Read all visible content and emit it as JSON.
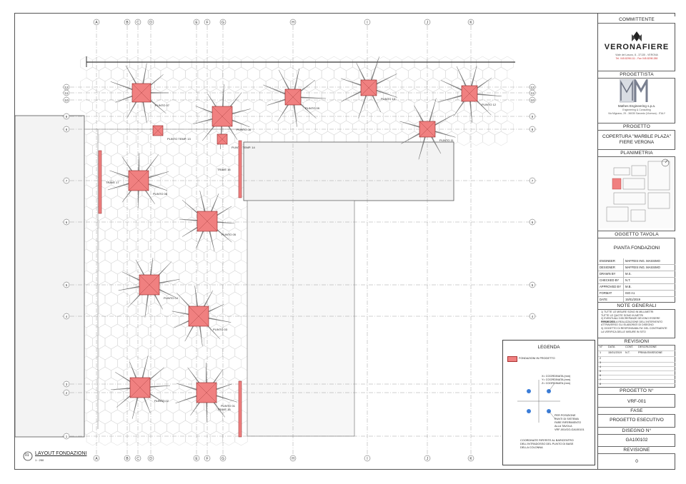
{
  "title_block": {
    "committente_header": "COMMITTENTE",
    "client_logo_text": "VERONAFIERE",
    "client_address": "Viale del Lavoro, 8 - 37135 - VERONA",
    "client_contacts": "Tel. 045.8298.111 - Fax 045.8298.288",
    "progettista_header": "PROGETTISTA",
    "designer_name": "Mathes Engineering s.p.a.",
    "designer_tagline": "Engineering & Consulting",
    "designer_address": "Via Mignano, 29 - 36030 Sarcedo (Vicenza) - ITALY",
    "progetto_header": "PROGETTO",
    "project_line1": "COPERTURA \"MARBLE PLAZA\"",
    "project_line2": "FIERE VERONA",
    "planimetria_header": "PLANIMETRIA",
    "oggetto_header": "OGGETTO TAVOLA",
    "oggetto_value": "PIANTA FONDAZIONI",
    "info_rows": [
      {
        "key": "ENGINEER",
        "value": "MAFFEIS ING. MASSIMO"
      },
      {
        "key": "DESIGNER",
        "value": "MAFFEIS ING. MASSIMO"
      },
      {
        "key": "DRAWN BY",
        "value": "M.S."
      },
      {
        "key": "CHECKED BY",
        "value": "N.T."
      },
      {
        "key": "APPROVED BY",
        "value": "M.B."
      },
      {
        "key": "FORMAT",
        "value": "ISO A1"
      },
      {
        "key": "DATE",
        "value": "15/01/2019"
      }
    ],
    "note_header": "NOTE GENERALI",
    "notes": [
      "1) TUTTE LE MISURE SONO IN MILLIMETRI",
      "   TUTTE LE QUOTE SONO IN METRI",
      "2) EVENTUALI DISCREPANZE DEVONO ESSERE RIPORTATE",
      "   PRIMA DELLA REALIZZAZIONE DELL'INTERVENTO",
      "   ATTRAVERSO GLI ELABORATI DI DISEGNO",
      "3) OGGETTO DI RESPONSABILITA' DEL CONTRAENTE",
      "   LA VERIFICA DELLE MISURE IN SITO"
    ],
    "revisioni_header": "REVISIONI",
    "rev_columns": [
      "N°",
      "DATA",
      "CONT.",
      "DESCRIZIONE"
    ],
    "rev_first": {
      "n": "1",
      "date": "15/01/2019",
      "cont": "N.T.",
      "desc": "PRIMA EMISSIONE"
    },
    "rev_numbers": [
      "2",
      "3",
      "4",
      "5",
      "6",
      "7",
      "8"
    ],
    "progetto_n_header": "PROGETTO N°",
    "progetto_n_value": "VRF-001",
    "fase_header": "FASE",
    "fase_value": "PROGETTO ESECUTIVO",
    "disegno_header": "DISEGNO N°",
    "disegno_value": "GA100102",
    "revisione_header": "REVISIONE",
    "revisione_value": "0"
  },
  "legend": {
    "title": "LEGENDA",
    "item_label": "FONDAZIONI IN PROGETTO",
    "coords": [
      "X= COORDINATA (mm)",
      "Y= COORDINATA (mm)",
      "Z= COORDINATA (mm)"
    ],
    "position_note": [
      "PER POSIZIONE",
      "PUNTI DI SISTEMA",
      "FARE RIFERIMENTO",
      "ALLA TAVOLA",
      "VRF-001/GO-GA100101"
    ],
    "bottom_note": [
      "COORDINATE RIFERITE AL BARICENTRO",
      "DELL'INTRADOSSO DEL PLINTO DI BASE",
      "DELLA COLONNA"
    ],
    "fill_color": "#f08080"
  },
  "view": {
    "number": "01",
    "name": "LAYOUT FONDAZIONI",
    "scale": "1 : 250"
  },
  "grid": {
    "top_labels": [
      "A",
      "B",
      "C",
      "D",
      "E",
      "F",
      "G",
      "H",
      "I",
      "J",
      "K"
    ],
    "left_labels": [
      "12",
      "11",
      "10",
      "9",
      "8",
      "7",
      "6",
      "5",
      "4",
      "3",
      "2",
      "1"
    ]
  },
  "foundations": [
    {
      "label": "PLINTO 07"
    },
    {
      "label": "PLINTO 08"
    },
    {
      "label": "PLINTO 09"
    },
    {
      "label": "PLINTO 10"
    },
    {
      "label": "PLINTO 12"
    },
    {
      "label": "PLINTO 11"
    },
    {
      "label": "PLINTO 06"
    },
    {
      "label": "PLINTO 05"
    },
    {
      "label": "PLINTO 04"
    },
    {
      "label": "PLINTO 03"
    },
    {
      "label": "PLINTO 02"
    },
    {
      "label": "PLINTO 01"
    },
    {
      "label": "PLINTO TEMP. 13"
    },
    {
      "label": "PLINTO TEMP. 14"
    }
  ],
  "beams": [
    {
      "label": "TRAVE 17"
    },
    {
      "label": "TRAVE 16"
    },
    {
      "label": "TRAVE 15"
    }
  ]
}
